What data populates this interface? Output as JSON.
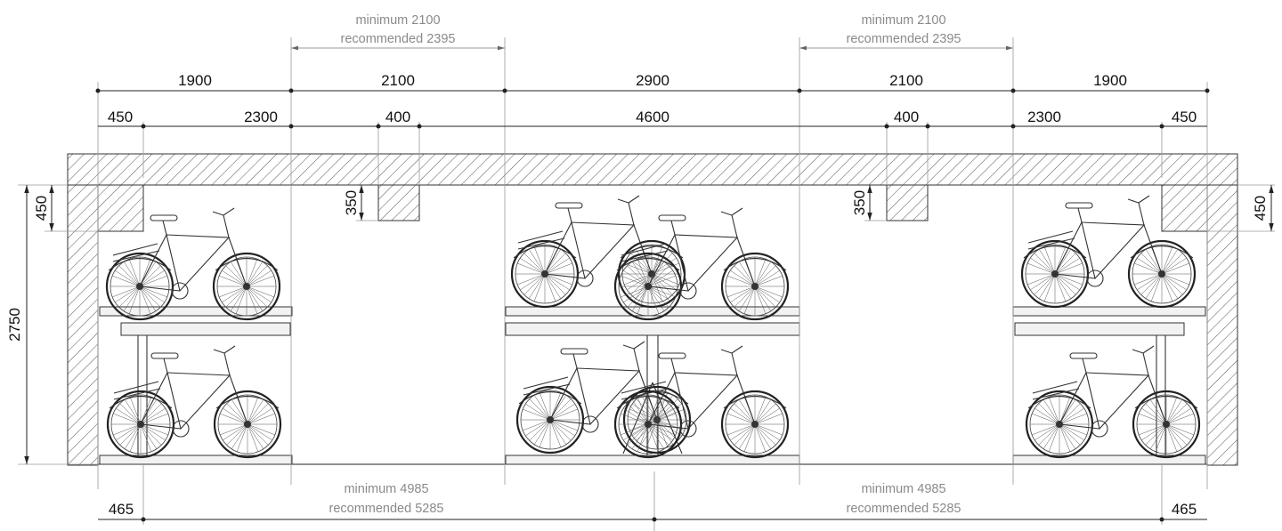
{
  "notes": {
    "top_left_min": "minimum 2100",
    "top_left_rec": "recommended 2395",
    "top_right_min": "minimum 2100",
    "top_right_rec": "recommended 2395",
    "bottom_left_min": "minimum 4985",
    "bottom_left_rec": "recommended 5285",
    "bottom_right_min": "minimum 4985",
    "bottom_right_rec": "recommended 5285"
  },
  "row1": [
    "1900",
    "2100",
    "2900",
    "2100",
    "1900"
  ],
  "row2": {
    "left_450": "450",
    "left_2300": "2300",
    "left_400": "400",
    "center_4600": "4600",
    "right_400": "400",
    "right_2300": "2300",
    "right_450": "450"
  },
  "vertical": {
    "left_450": "450",
    "left_2750": "2750",
    "beam_left_350": "350",
    "beam_right_350": "350",
    "right_450": "450"
  },
  "bottom": {
    "left_465": "465",
    "right_465": "465"
  }
}
